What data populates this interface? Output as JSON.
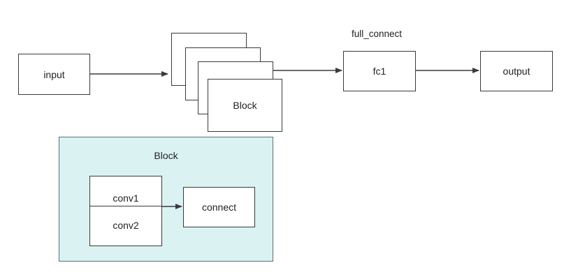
{
  "diagram": {
    "nodes": {
      "input": "input",
      "block": "Block",
      "fc1": "fc1",
      "output": "output",
      "full_connect_label": "full_connect"
    },
    "block_detail": {
      "title": "Block",
      "conv1": "conv1",
      "conv2": "conv2",
      "connect": "connect"
    },
    "colors": {
      "panel_fill": "#dbf2f3",
      "stroke": "#3a3a3a"
    }
  }
}
